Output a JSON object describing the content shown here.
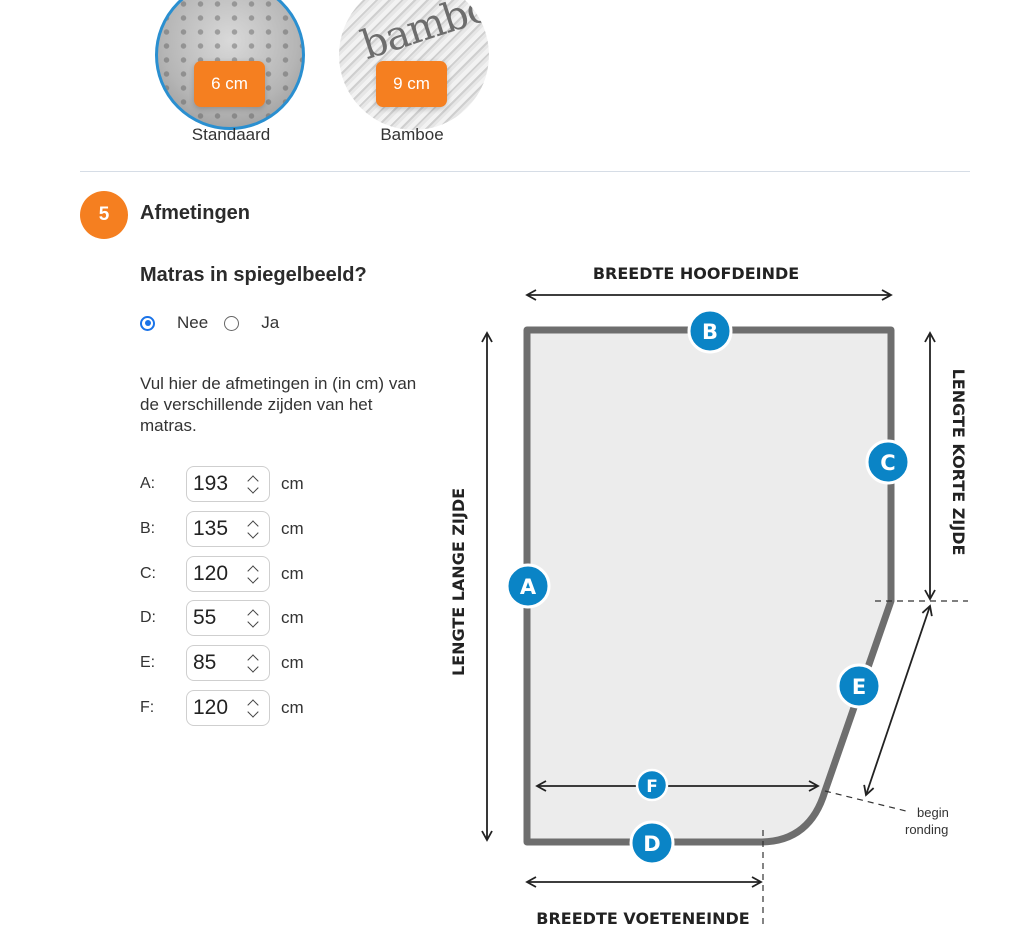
{
  "options": [
    {
      "label": "Standaard",
      "badge": "6 cm",
      "selected": true
    },
    {
      "label": "Bamboe",
      "badge": "9 cm",
      "selected": false,
      "logo_text": "bamboo"
    }
  ],
  "section": {
    "number": "5",
    "title": "Afmetingen"
  },
  "mirror": {
    "question": "Matras in spiegelbeeld?",
    "options": [
      {
        "label": "Nee",
        "checked": true
      },
      {
        "label": "Ja",
        "checked": false
      }
    ]
  },
  "intro_text": "Vul hier de afmetingen in (in cm) van de verschillende zijden van het matras.",
  "dimensions": [
    {
      "label": "A:",
      "value": "193",
      "unit": "cm"
    },
    {
      "label": "B:",
      "value": "135",
      "unit": "cm"
    },
    {
      "label": "C:",
      "value": "120",
      "unit": "cm"
    },
    {
      "label": "D:",
      "value": "55",
      "unit": "cm"
    },
    {
      "label": "E:",
      "value": "85",
      "unit": "cm"
    },
    {
      "label": "F:",
      "value": "120",
      "unit": "cm"
    }
  ],
  "diagram": {
    "top_label": "BREEDTE HOOFDEINDE",
    "left_label": "LENGTE LANGE ZIJDE",
    "right_label": "LENGTE KORTE ZIJDE",
    "bottom_label": "BREEDTE VOETENEINDE",
    "note_line1": "begin",
    "note_line2": "ronding",
    "markers": [
      "A",
      "B",
      "C",
      "D",
      "E",
      "F"
    ]
  },
  "colors": {
    "accent_orange": "#f57f20",
    "marker_blue": "#0a84c6",
    "radio_blue": "#1a73e8",
    "outline_gray": "#6e6e6e",
    "fill_gray": "#ececec"
  }
}
